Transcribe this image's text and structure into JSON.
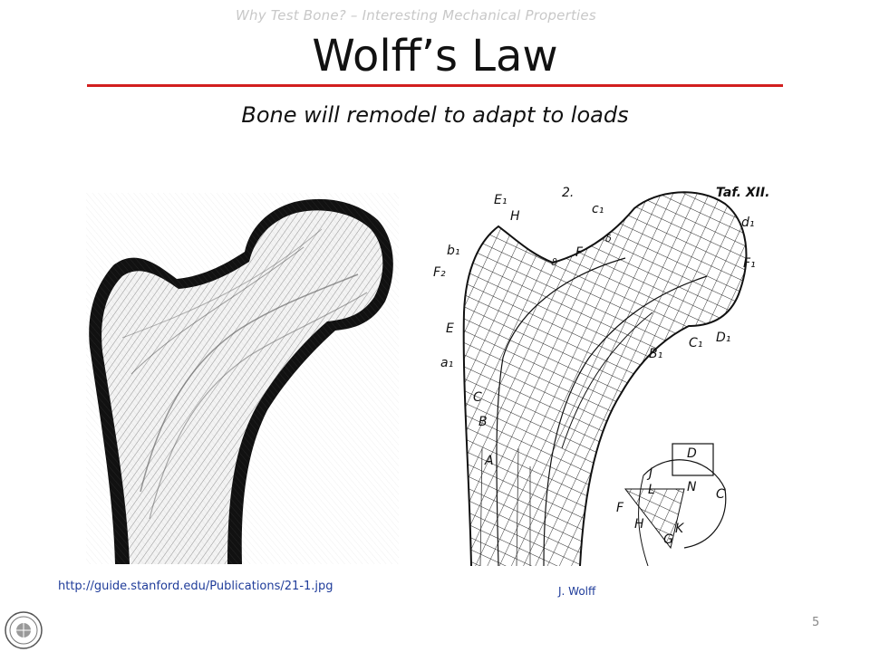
{
  "slide": {
    "header_note": "Why Test Bone? – Interesting Mechanical Properties",
    "title": "Wolff’s Law",
    "subtitle": "Bone will remodel to adapt to loads",
    "source_link": "http://guide.stanford.edu/Publications/21-1.jpg",
    "credit": "J. Wolff",
    "page_number": "5"
  },
  "drawing": {
    "plate_number": "2.",
    "plate_label": "Taf. XII.",
    "labels": {
      "e1": "E₁",
      "h": "H",
      "c1": "c₁",
      "d1": "d₁",
      "b1": "b₁",
      "f2": "F₂",
      "f": "F",
      "f1": "F₁",
      "e": "E",
      "a1": "a₁",
      "c": "C",
      "b": "B",
      "a": "A",
      "b1_upper": "B₁",
      "c1_upper": "C₁",
      "d1_upper": "D₁",
      "delta": "δ",
      "theta": "ϑ",
      "inset_d": "D",
      "inset_j": "J",
      "inset_l": "L",
      "inset_n": "N",
      "inset_c": "C",
      "inset_f": "F",
      "inset_h": "H",
      "inset_k": "K",
      "inset_g": "G"
    }
  },
  "colors": {
    "accent_rule": "#d21f1f",
    "link": "#1f3c9a",
    "header_note": "#c8c8c8"
  }
}
